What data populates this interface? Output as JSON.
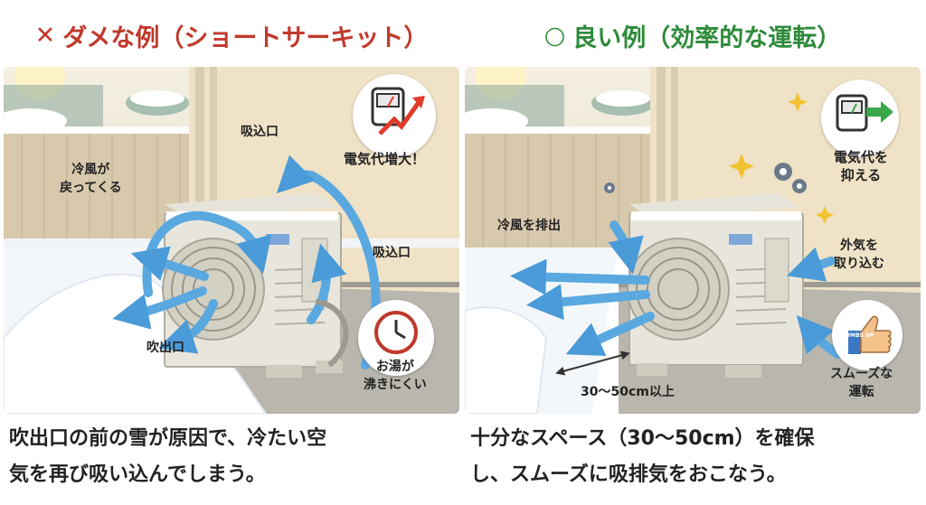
{
  "left_panel": {
    "heading_mark": "✕",
    "heading": "ダメな例（ショートサーキット）",
    "labels": {
      "intake_top": "吸込口",
      "cold_air_1": "冷風が",
      "cold_air_2": "戻ってくる",
      "intake_right": "吸込口",
      "outlet": "吹出口",
      "power_up": "電気代増大！",
      "hot_water_1": "お湯が",
      "hot_water_2": "沸きにくい"
    },
    "caption_line1": "吹出口の前の雪が原因で、冷たい空",
    "caption_line2": "気を再び吸い込んでしまう。"
  },
  "right_panel": {
    "heading_mark": "○",
    "heading": "良い例（効率的な運転）",
    "labels": {
      "exhaust": "冷風を排出",
      "power_save_1": "電気代を",
      "power_save_2": "抑える",
      "intake_1": "外気を",
      "intake_2": "取り込む",
      "smooth_1": "スムーズな",
      "smooth_2": "運転",
      "thumbs": "THUMBS UP",
      "distance": "30〜50cm以上"
    },
    "caption_line1": "十分なスペース（30〜50cm）を確保",
    "caption_line2": "し、スムーズに吸排気をおこなう。"
  },
  "colors": {
    "bad": "#c0392b",
    "good": "#2e8b3a",
    "arrow": "#5aa8e0",
    "red_arrow": "#e03a2a",
    "green_arrow": "#3aa84a"
  }
}
